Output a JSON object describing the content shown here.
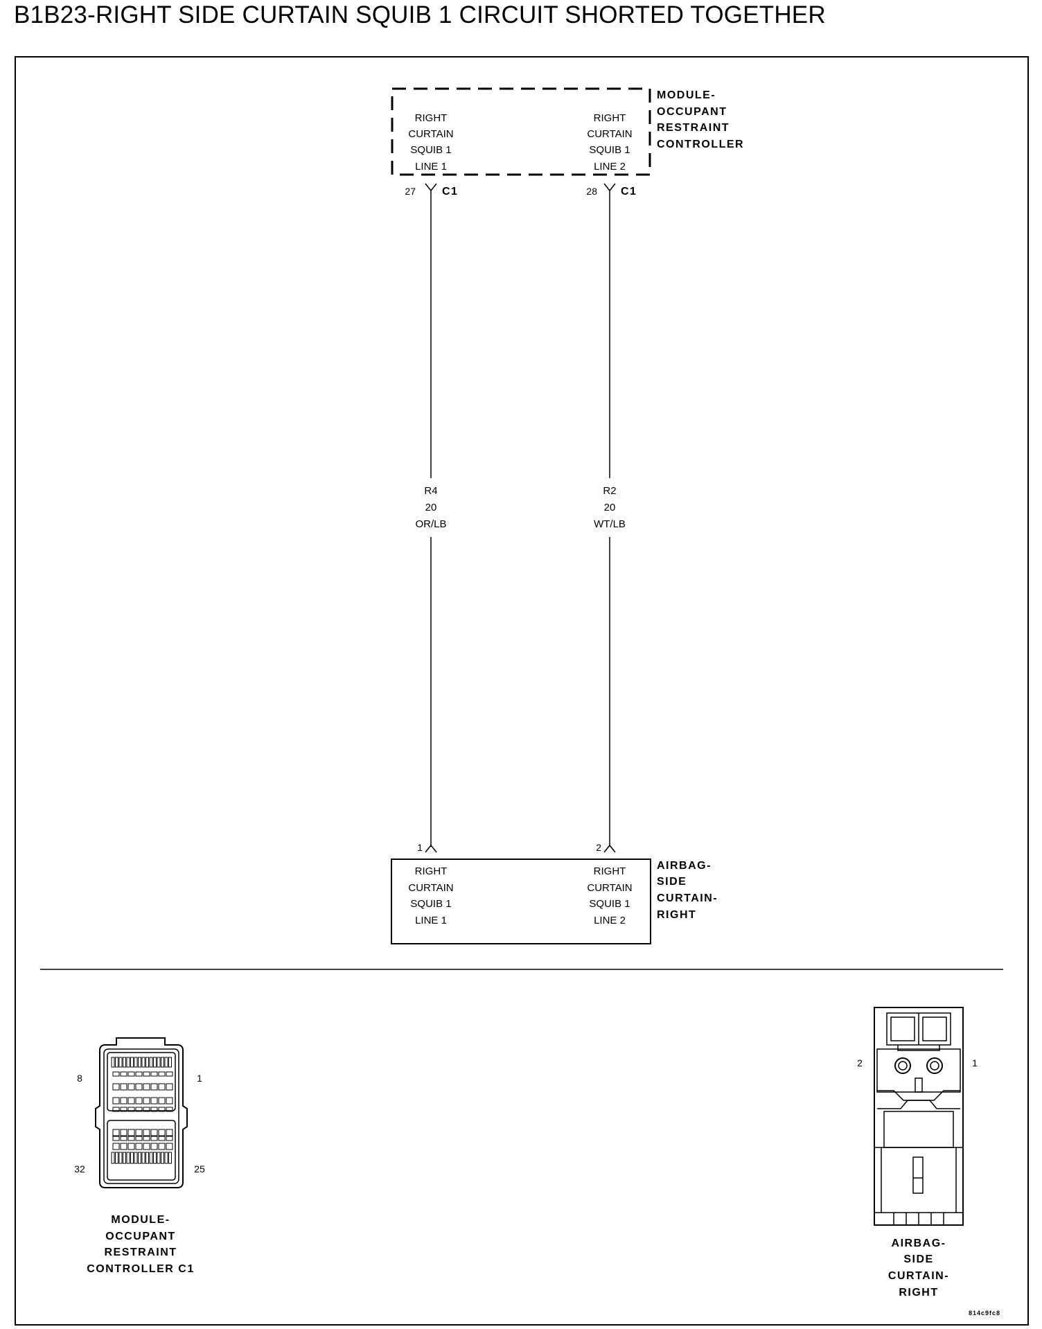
{
  "title": "B1B23-RIGHT SIDE CURTAIN SQUIB 1 CIRCUIT SHORTED TOGETHER",
  "module": {
    "name_lines": [
      "MODULE-",
      "OCCUPANT",
      "RESTRAINT",
      "CONTROLLER"
    ],
    "pin_a_lines": [
      "RIGHT",
      "CURTAIN",
      "SQUIB 1",
      "LINE 1"
    ],
    "pin_b_lines": [
      "RIGHT",
      "CURTAIN",
      "SQUIB 1",
      "LINE 2"
    ],
    "pin_a_number": "27",
    "pin_b_number": "28",
    "connector": "C1"
  },
  "wires": [
    {
      "circuit": "R4",
      "gauge": "20",
      "color": "OR/LB"
    },
    {
      "circuit": "R2",
      "gauge": "20",
      "color": "WT/LB"
    }
  ],
  "airbag": {
    "name_lines": [
      "AIRBAG-",
      "SIDE",
      "CURTAIN-",
      "RIGHT"
    ],
    "pin_a_lines": [
      "RIGHT",
      "CURTAIN",
      "SQUIB 1",
      "LINE 1"
    ],
    "pin_b_lines": [
      "RIGHT",
      "CURTAIN",
      "SQUIB 1",
      "LINE 2"
    ],
    "pin_a_number": "1",
    "pin_b_number": "2"
  },
  "connector_views": {
    "module": {
      "label_lines": [
        "MODULE-",
        "OCCUPANT",
        "RESTRAINT",
        "CONTROLLER C1"
      ],
      "pin_labels": {
        "top_left": "8",
        "top_right": "1",
        "bottom_left": "32",
        "bottom_right": "25"
      }
    },
    "airbag": {
      "label_lines": [
        "AIRBAG-",
        "SIDE",
        "CURTAIN-",
        "RIGHT"
      ],
      "pin_labels": {
        "left": "2",
        "right": "1"
      }
    }
  },
  "figure_id": "814c9fc8"
}
